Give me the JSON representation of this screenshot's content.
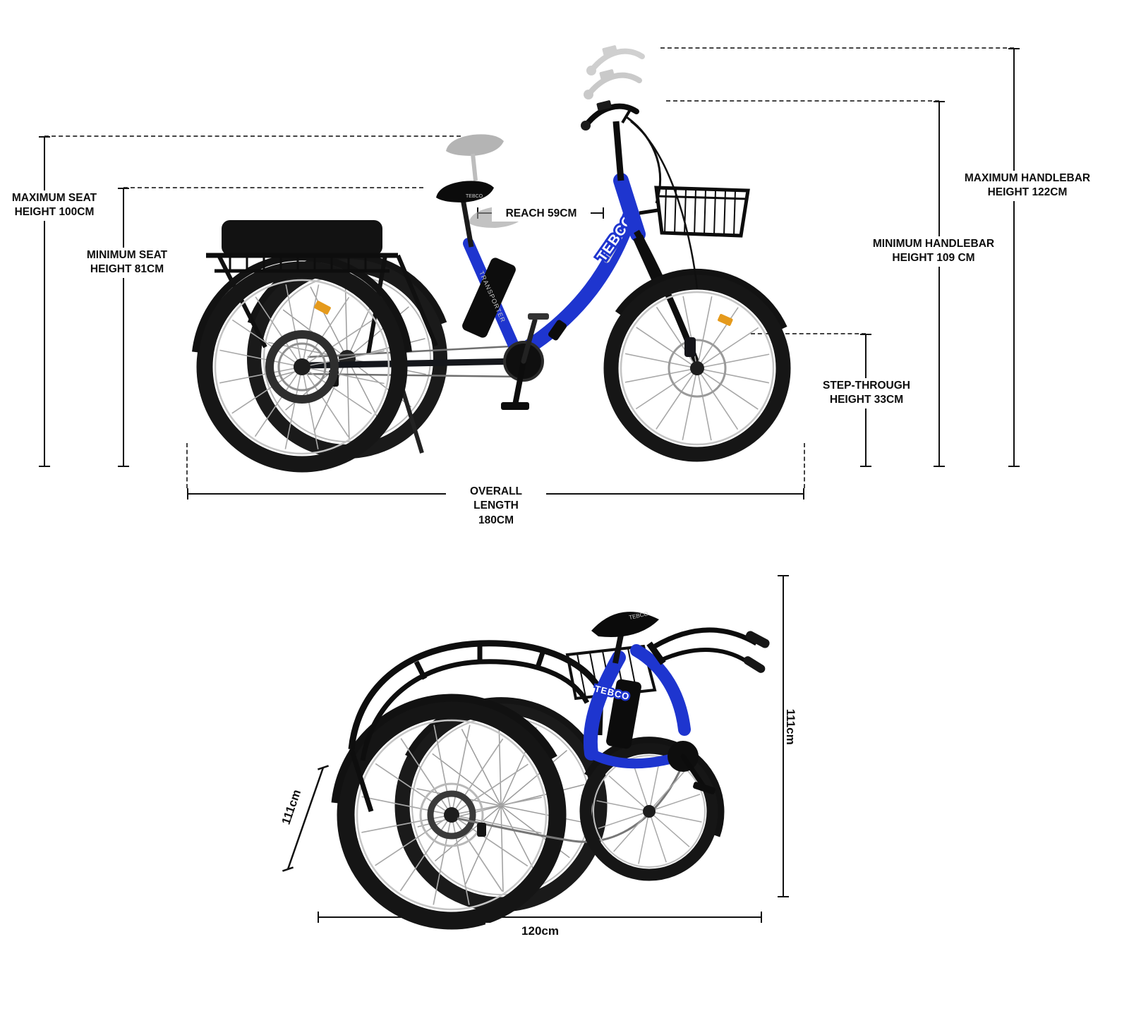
{
  "brand": {
    "name": "TEBCO",
    "model": "TRANSPORTER"
  },
  "colors": {
    "frame_blue": "#1e35cf",
    "tire_black": "#161616",
    "dimension_line": "#111111",
    "reflector_orange": "#e59a1c",
    "ghost_gray": "#8d8d8d"
  },
  "side_view": {
    "annotations": {
      "max_seat_height": {
        "text": "MAXIMUM SEAT\nHEIGHT 100CM"
      },
      "min_seat_height": {
        "text": "MINIMUM SEAT\nHEIGHT 81CM"
      },
      "reach": {
        "text": "REACH 59CM"
      },
      "max_handlebar_height": {
        "text": "MAXIMUM HANDLEBAR\nHEIGHT 122CM"
      },
      "min_handlebar_height": {
        "text": "MINIMUM HANDLEBAR\nHEIGHT 109 CM"
      },
      "step_through_height": {
        "text": "STEP-THROUGH\nHEIGHT 33CM"
      },
      "overall_length": {
        "text": "OVERALL LENGTH\n180CM"
      }
    }
  },
  "folded_view": {
    "annotations": {
      "folded_height": {
        "text": "111cm"
      },
      "wheel_height_diagonal": {
        "text": "111cm"
      },
      "folded_length": {
        "text": "120cm"
      }
    }
  }
}
